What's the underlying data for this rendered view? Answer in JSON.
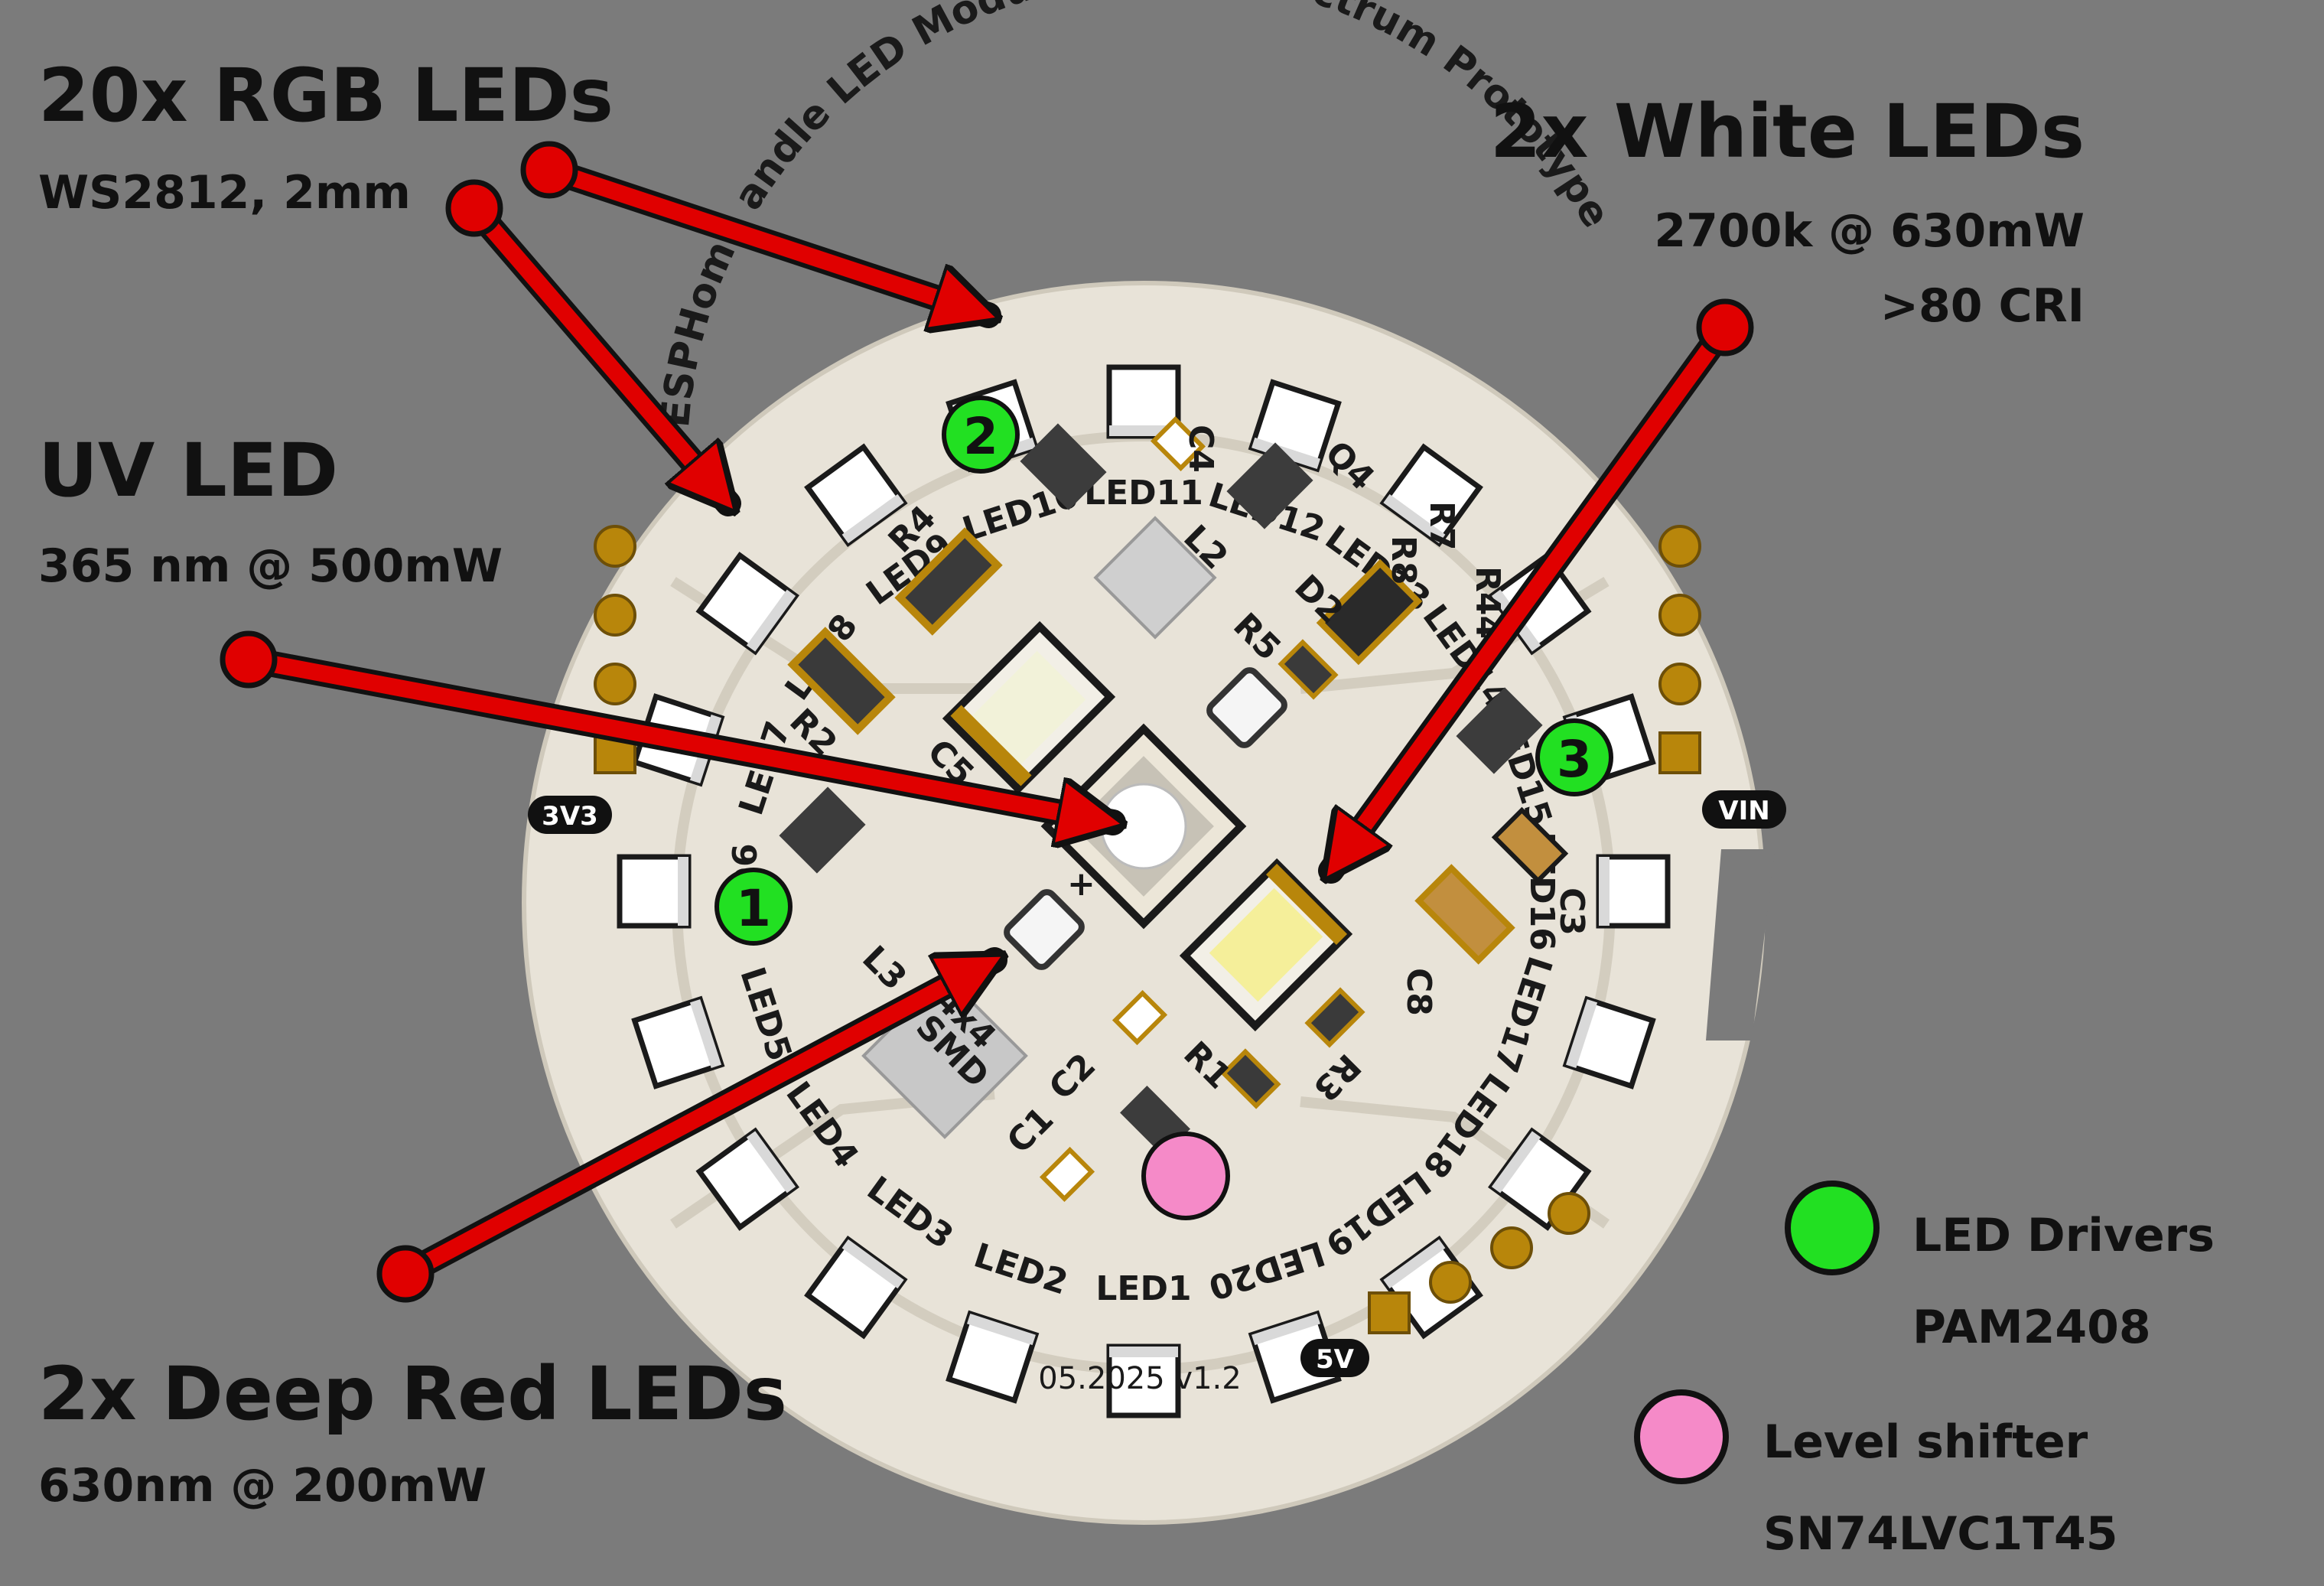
{
  "annotations": {
    "rgb_title": "20x RGB LEDs",
    "rgb_sub": "WS2812, 2mm",
    "white_title": "2x White LEDs",
    "white_sub1": "2700k @ 630mW",
    "white_sub2": ">80 CRI",
    "uv_title": "UV LED",
    "uv_sub": "365 nm @ 500mW",
    "red_title": "2x Deep Red LEDs",
    "red_sub": "630nm @ 200mW"
  },
  "legend": {
    "drivers_label1": "LED Drivers",
    "drivers_label2": "PAM2408",
    "shifter_label1": "Level shifter",
    "shifter_label2": "SN74LVC1T45",
    "drivers_color": "#22e022",
    "shifter_color": "#f58ac8"
  },
  "board": {
    "title_left": "ESPHome",
    "title_mid": "andle LED Module - Multispectrum Prototype",
    "version": "05.2025  v1.2",
    "pad_3v3": "3V3",
    "pad_vin": "VIN",
    "pad_5v": "5V",
    "badge_1": "1",
    "badge_2": "2",
    "badge_3": "3",
    "leds": [
      "LED1",
      "LED2",
      "LED3",
      "LED4",
      "LED5",
      "LED6",
      "LED7",
      "LED8",
      "LED9",
      "LED10",
      "LED11",
      "LED12",
      "LED13",
      "LED14",
      "LED15",
      "LED16",
      "LED17",
      "LED18",
      "LED19",
      "LED20"
    ],
    "components": {
      "r1": "R1",
      "r2": "R2",
      "r3": "R3",
      "r4": "R4",
      "r5": "R5",
      "r7": "R7",
      "r8": "R8",
      "r44": "R44",
      "c1": "C1",
      "c2": "C2",
      "c3": "C3",
      "c4": "C4",
      "c5": "C5",
      "c8": "C8",
      "d2": "D2",
      "q4": "Q4",
      "l2": "L2",
      "l3": "L3",
      "smd": "SMD",
      "smd2": "4x4",
      "plus": "+"
    }
  },
  "colors": {
    "background": "#7b7b7b",
    "board": "#e6e1d6",
    "arrow": "#e00000",
    "pad_gold": "#b8860b"
  }
}
